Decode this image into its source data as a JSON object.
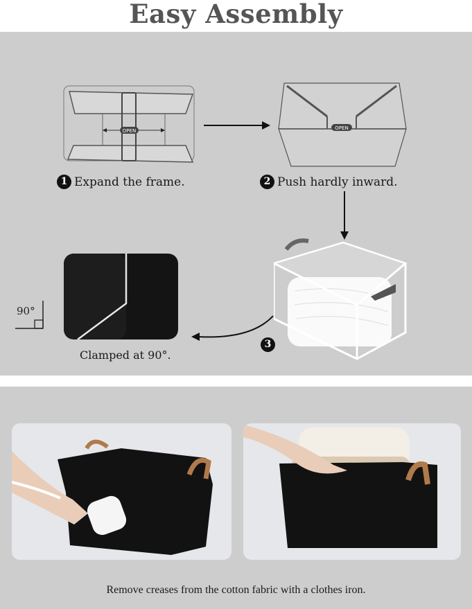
{
  "header": {
    "title": "Easy Assembly"
  },
  "steps": [
    {
      "number": "1",
      "label": "Expand the frame.",
      "icon": "collapsed-frame-illustration",
      "badge_text": "OPEN"
    },
    {
      "number": "2",
      "label": "Push hardly inward.",
      "icon": "expanding-frame-illustration",
      "badge_text": "OPEN"
    },
    {
      "number": "3",
      "label": "",
      "icon": "assembled-box-with-towels-illustration"
    }
  ],
  "detail": {
    "angle_label": "90°",
    "caption": "Clamped at 90°.",
    "icon": "right-angle-icon"
  },
  "photos": [
    {
      "name": "steaming-basket-photo",
      "description": "Hand steaming black fabric basket with leather handles"
    },
    {
      "name": "towels-in-basket-photo",
      "description": "Hands placing folded towels into black fabric basket"
    }
  ],
  "footer": {
    "caption": "Remove creases from the cotton fabric with a clothes iron."
  },
  "colors": {
    "panel": "#cdcdcd",
    "title": "#555555",
    "text": "#1a1a1a",
    "basket": "#111111",
    "handle": "#b07a4a"
  }
}
